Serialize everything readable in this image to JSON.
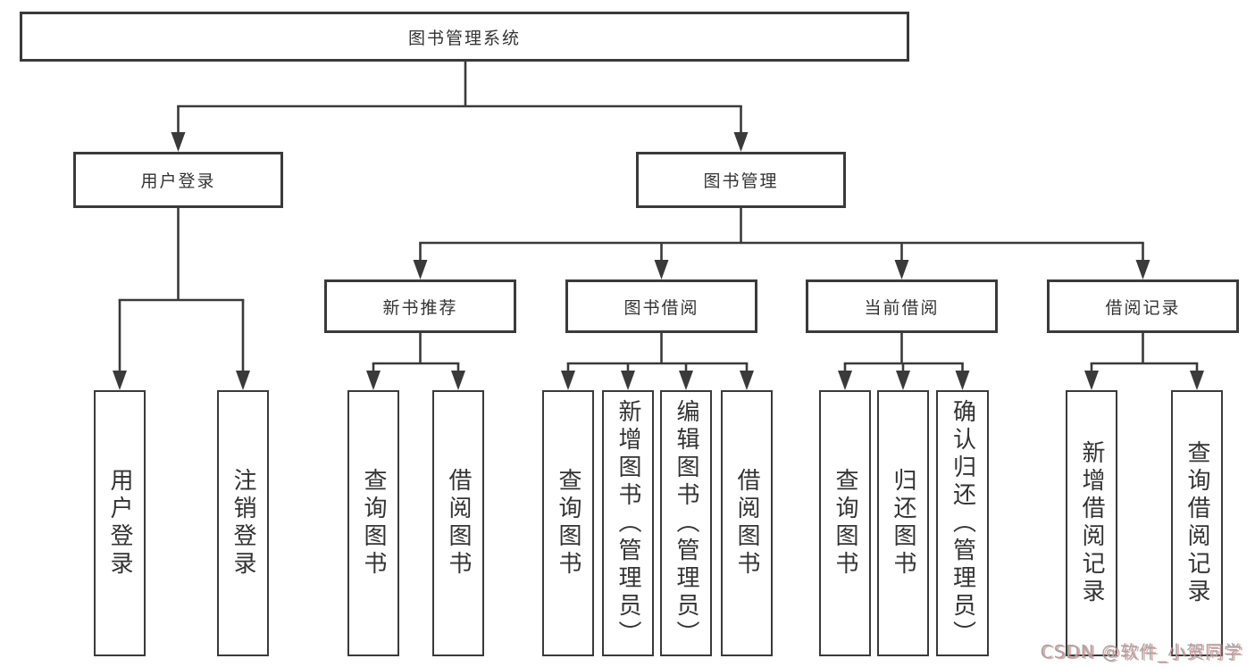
{
  "diagram_title": "图书管理系统",
  "nodes": {
    "root": "图书管理系统",
    "user_login": "用户登录",
    "book_mgmt": "图书管理",
    "new_book_rec": "新书推荐",
    "book_borrow": "图书借阅",
    "current_borrow": "当前借阅",
    "borrow_record": "借阅记录",
    "login": "用户登录",
    "logout": "注销登录",
    "rec_query": "查询图书",
    "rec_borrow": "借阅图书",
    "bb_query": "查询图书",
    "bb_add": "新增图书（管理员）",
    "bb_edit": "编辑图书（管理员）",
    "bb_borrow": "借阅图书",
    "cb_query": "查询图书",
    "cb_return": "归还图书",
    "cb_confirm": "确认归还（管理员）",
    "br_add": "新增借阅记录",
    "br_query": "查询借阅记录"
  },
  "hierarchy": {
    "图书管理系统": {
      "用户登录": [
        "用户登录",
        "注销登录"
      ],
      "图书管理": {
        "新书推荐": [
          "查询图书",
          "借阅图书"
        ],
        "图书借阅": [
          "查询图书",
          "新增图书（管理员）",
          "编辑图书（管理员）",
          "借阅图书"
        ],
        "当前借阅": [
          "查询图书",
          "归还图书",
          "确认归还（管理员）"
        ],
        "借阅记录": [
          "新增借阅记录",
          "查询借阅记录"
        ]
      }
    }
  },
  "watermark": "CSDN @软件_小贺同学",
  "colors": {
    "line": "#3a3a3a",
    "box_border": "#3a3a3a",
    "text": "#333333",
    "background": "#ffffff",
    "watermark_gray": "#a6a6a6",
    "watermark_red_shadow": "#d26464"
  }
}
